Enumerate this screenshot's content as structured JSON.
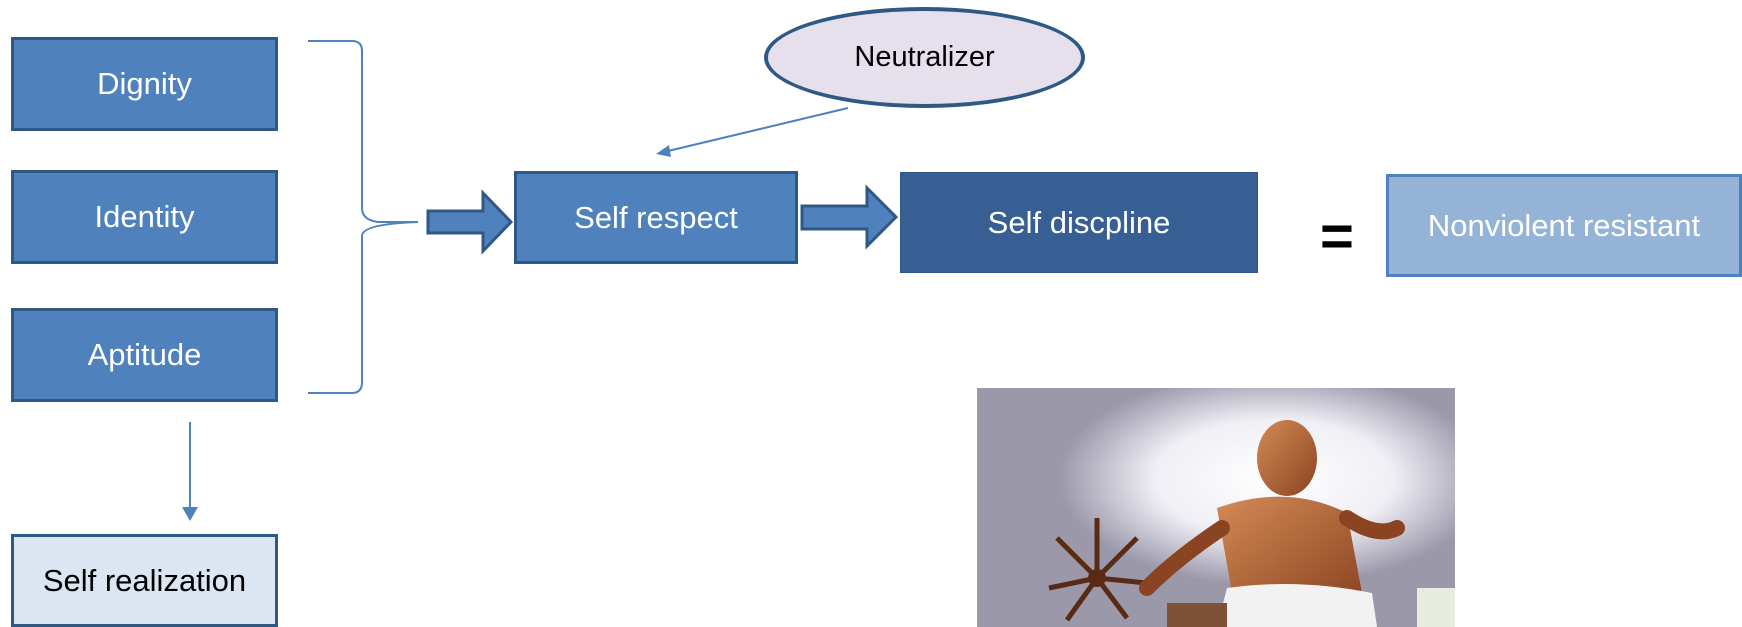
{
  "diagram": {
    "attributes": [
      "Dignity",
      "Identity",
      "Aptitude"
    ],
    "self_realization": "Self realization",
    "neutralizer": "Neutralizer",
    "self_respect": "Self respect",
    "self_discipline": "Self discpline",
    "equals": "=",
    "result": "Nonviolent resistant"
  },
  "colors": {
    "box_blue": "#4f81bd",
    "box_dark": "#375f93",
    "box_light": "#95b3d7",
    "box_pale": "#dce6f2",
    "oval_fill": "#e6e0ec",
    "border": "#2f5985"
  },
  "photo": {
    "icon": "spinning-wheel-photo"
  }
}
